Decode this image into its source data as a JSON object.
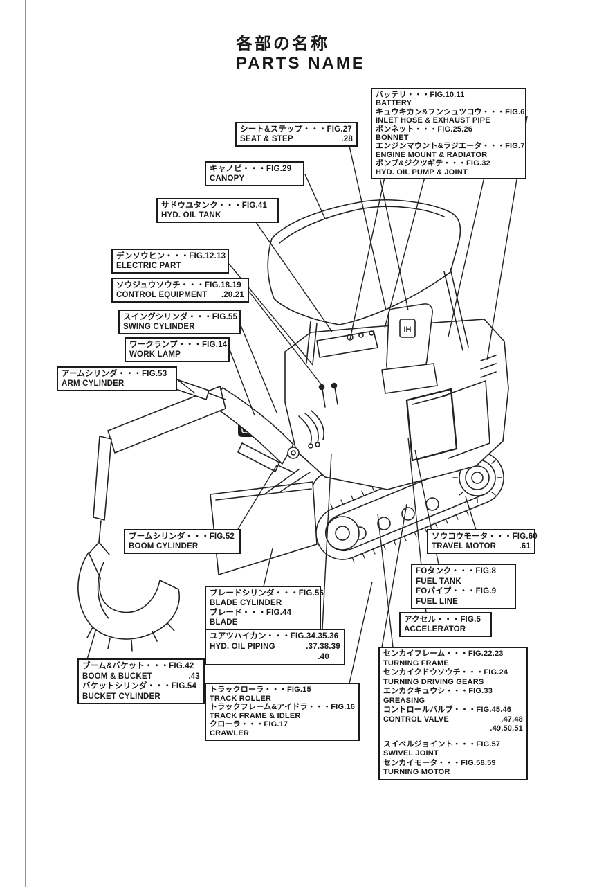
{
  "page": {
    "title_ja": "各部の名称",
    "title_en": "PARTS NAME"
  },
  "drawing": {
    "seat_badge": "IH"
  },
  "callouts": {
    "engine_group": {
      "lines": [
        {
          "t": "バッテリ・・・FIG.10.11",
          "r": ""
        },
        {
          "t": "BATTERY",
          "r": ""
        },
        {
          "t": "キュウキカン&フンシュツコウ・・・FIG.6",
          "r": ""
        },
        {
          "t": "INLET HOSE & EXHAUST PIPE",
          "r": ""
        },
        {
          "t": "ボンネット・・・FIG.25.26",
          "r": ""
        },
        {
          "t": "BONNET",
          "r": ""
        },
        {
          "t": "エンジンマウント&ラジエータ・・・FIG.7",
          "r": ""
        },
        {
          "t": "ENGINE MOUNT & RADIATOR",
          "r": ""
        },
        {
          "t": "ポンプ&ジクツギテ・・・FIG.32",
          "r": ""
        },
        {
          "t": "HYD. OIL PUMP & JOINT",
          "r": ""
        }
      ]
    },
    "seat_step": {
      "lines": [
        {
          "t": "シート&ステップ・・・FIG.27",
          "r": ""
        },
        {
          "t": "SEAT & STEP",
          "r": ".28"
        }
      ]
    },
    "canopy": {
      "lines": [
        {
          "t": "キャノピ・・・FIG.29",
          "r": ""
        },
        {
          "t": "CANOPY",
          "r": ""
        }
      ]
    },
    "hyd_oil_tank": {
      "lines": [
        {
          "t": "サドウユタンク・・・FIG.41",
          "r": ""
        },
        {
          "t": "HYD. OIL TANK",
          "r": ""
        }
      ]
    },
    "electric_part": {
      "lines": [
        {
          "t": "デンソウヒン・・・FIG.12.13",
          "r": ""
        },
        {
          "t": "ELECTRIC PART",
          "r": ""
        }
      ]
    },
    "control_equipment": {
      "lines": [
        {
          "t": "ソウジュウソウチ・・・FIG.18.19",
          "r": ""
        },
        {
          "t": "CONTROL EQUIPMENT",
          "r": ".20.21"
        }
      ]
    },
    "swing_cylinder": {
      "lines": [
        {
          "t": "スイングシリンダ・・・FIG.55",
          "r": ""
        },
        {
          "t": "SWING CYLINDER",
          "r": ""
        }
      ]
    },
    "work_lamp": {
      "lines": [
        {
          "t": "ワークランプ・・・FIG.14",
          "r": ""
        },
        {
          "t": "WORK LAMP",
          "r": ""
        }
      ]
    },
    "arm_cylinder": {
      "lines": [
        {
          "t": "アームシリンダ・・・FIG.53",
          "r": ""
        },
        {
          "t": "ARM CYLINDER",
          "r": ""
        }
      ]
    },
    "boom_cylinder": {
      "lines": [
        {
          "t": "ブームシリンダ・・・FIG.52",
          "r": ""
        },
        {
          "t": "BOOM CYLINDER",
          "r": ""
        }
      ]
    },
    "blade_group": {
      "lines": [
        {
          "t": "ブレードシリンダ・・・FIG.56",
          "r": ""
        },
        {
          "t": "BLADE CYLINDER",
          "r": ""
        },
        {
          "t": "ブレード・・・FIG.44",
          "r": ""
        },
        {
          "t": "BLADE",
          "r": ""
        }
      ]
    },
    "hyd_oil_piping": {
      "lines": [
        {
          "t": "ユアツハイカン・・・FIG.34.35.36",
          "r": ""
        },
        {
          "t": "HYD. OIL PIPING",
          "r": ".37.38.39"
        },
        {
          "t": "",
          "r": ".40"
        }
      ]
    },
    "boom_bucket": {
      "lines": [
        {
          "t": "ブーム&バケット・・・FIG.42",
          "r": ""
        },
        {
          "t": "BOOM & BUCKET",
          "r": ".43"
        },
        {
          "t": "バケットシリンダ・・・FIG.54",
          "r": ""
        },
        {
          "t": "BUCKET CYLINDER",
          "r": ""
        }
      ]
    },
    "crawler_group": {
      "lines": [
        {
          "t": "トラックローラ・・・FIG.15",
          "r": ""
        },
        {
          "t": "TRACK ROLLER",
          "r": ""
        },
        {
          "t": "トラックフレーム&アイドラ・・・FIG.16",
          "r": ""
        },
        {
          "t": "TRACK FRAME & IDLER",
          "r": ""
        },
        {
          "t": "クローラ・・・FIG.17",
          "r": ""
        },
        {
          "t": "CRAWLER",
          "r": ""
        }
      ]
    },
    "travel_motor": {
      "lines": [
        {
          "t": "ソウコウモータ・・・FIG.60",
          "r": ""
        },
        {
          "t": "TRAVEL MOTOR",
          "r": ".61"
        }
      ]
    },
    "fuel_group": {
      "lines": [
        {
          "t": "FOタンク・・・FIG.8",
          "r": ""
        },
        {
          "t": "FUEL TANK",
          "r": ""
        },
        {
          "t": "FOパイプ・・・FIG.9",
          "r": ""
        },
        {
          "t": "FUEL LINE",
          "r": ""
        }
      ]
    },
    "accelerator": {
      "lines": [
        {
          "t": "アクセル・・・FIG.5",
          "r": ""
        },
        {
          "t": "ACCELERATOR",
          "r": ""
        }
      ]
    },
    "turning_group": {
      "lines": [
        {
          "t": "センカイフレーム・・・FIG.22.23",
          "r": ""
        },
        {
          "t": "TURNING FRAME",
          "r": ""
        },
        {
          "t": "センカイクドウソウチ・・・FIG.24",
          "r": ""
        },
        {
          "t": "TURNING DRIVING GEARS",
          "r": ""
        },
        {
          "t": "エンカクキュウシ・・・FIG.33",
          "r": ""
        },
        {
          "t": "GREASING",
          "r": ""
        },
        {
          "t": "コントロールバルブ・・・FIG.45.46",
          "r": ""
        },
        {
          "t": "CONTROL VALVE",
          "r": ".47.48"
        },
        {
          "t": "",
          "r": ".49.50.51"
        },
        {
          "t": "スイベルジョイント・・・FIG.57",
          "r": ""
        },
        {
          "t": "SWIVEL JOINT",
          "r": ""
        },
        {
          "t": "センカイモータ・・・FIG.58.59",
          "r": ""
        },
        {
          "t": "TURNING MOTOR",
          "r": ""
        }
      ]
    }
  }
}
